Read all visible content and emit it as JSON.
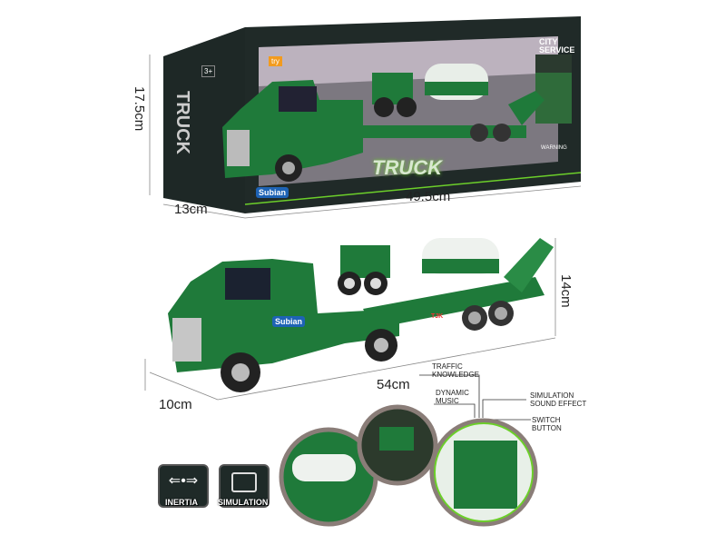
{
  "box": {
    "brand": "Subian",
    "side_title": "TRUCK",
    "logo_text": "TRUCK",
    "series": "CITY SERVICE",
    "age_badge": "3+",
    "try_badge": "try",
    "warning": "WARNING"
  },
  "truck": {
    "door_logo": "Subian",
    "trailer_mark": "TJK"
  },
  "dimensions": {
    "box_height": "17.5cm",
    "box_depth": "13cm",
    "box_length": "49.5cm",
    "truck_height": "14cm",
    "truck_length": "54cm",
    "truck_depth": "10cm"
  },
  "features": [
    {
      "label": "TRAFFIC KNOWLEDGE"
    },
    {
      "label": "DYNAMIC MUSIC"
    },
    {
      "label": "SIMULATION SOUND EFFECT"
    },
    {
      "label": "SWITCH BUTTON"
    }
  ],
  "badges": [
    {
      "label": "INERTIA",
      "icon": "arrows-icon"
    },
    {
      "label": "SIMULATION",
      "icon": "truck-icon"
    }
  ],
  "colors": {
    "truck_green": "#1f7a3a",
    "box_dark": "#1c2422",
    "accent_green": "#6ccf2a"
  }
}
